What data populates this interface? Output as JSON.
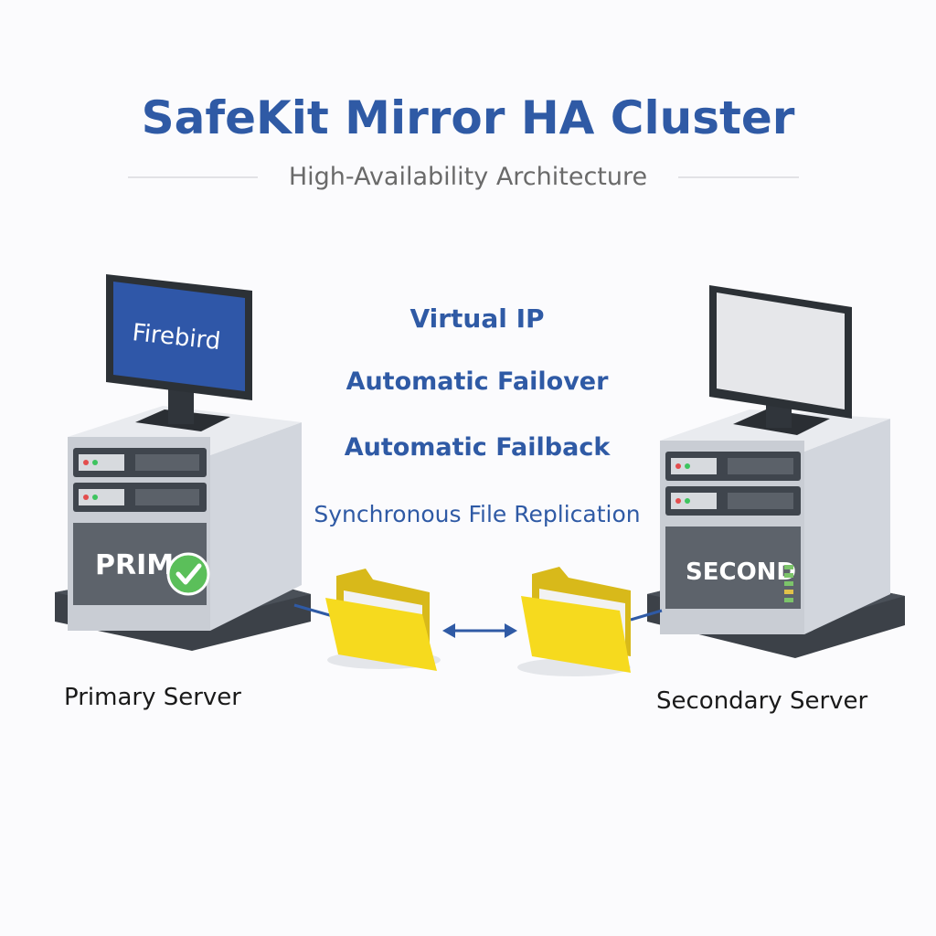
{
  "header": {
    "title": "SafeKit Mirror HA Cluster",
    "subtitle": "High-Availability Architecture"
  },
  "features": [
    "Virtual IP",
    "Automatic Failover",
    "Automatic Failback",
    "Synchronous File Replication"
  ],
  "primary": {
    "screen_text": "Firebird",
    "tag": "PRIM",
    "caption": "Primary Server",
    "status_icon": "check-circle-icon"
  },
  "secondary": {
    "tag": "SECOND",
    "caption": "Secondary Server"
  },
  "replication": {
    "icon": "bidirectional-arrow-icon",
    "folder_icon": "folder-icon"
  },
  "colors": {
    "title": "#2f5aa5",
    "feature_text": "#2f5aa5",
    "screen_blue": "#2f57a8",
    "check_green": "#5bbf5a",
    "folder_yellow": "#f6da1e",
    "link_blue": "#2f5aa5"
  }
}
